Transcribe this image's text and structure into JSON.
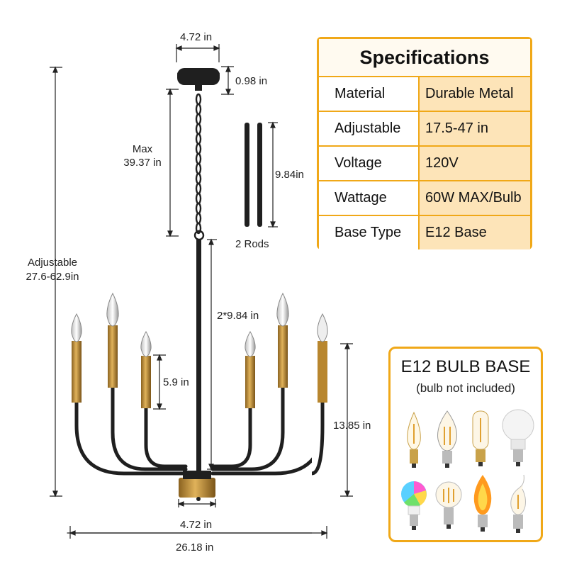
{
  "dimensions": {
    "canopy_width": "4.72 in",
    "canopy_height": "0.98 in",
    "max_chain_line1": "Max",
    "max_chain_line2": "39.37 in",
    "rod_length": "9.84in",
    "rods_label": "2 Rods",
    "adjustable_line1": "Adjustable",
    "adjustable_line2": "27.6-62.9in",
    "rod_total": "2*9.84 in",
    "candle_height": "5.9 in",
    "body_height": "13.85 in",
    "base_width": "4.72 in",
    "overall_width": "26.18 in"
  },
  "specifications": {
    "title": "Specifications",
    "rows": [
      {
        "label": "Material",
        "value": "Durable Metal"
      },
      {
        "label": "Adjustable",
        "value": "17.5-47 in"
      },
      {
        "label": "Voltage",
        "value": "120V"
      },
      {
        "label": "Wattage",
        "value": "60W MAX/Bulb"
      },
      {
        "label": "Base Type",
        "value": "E12 Base"
      }
    ]
  },
  "bulb_base": {
    "title": "E12 BULB BASE",
    "subtitle": "(bulb not included)",
    "bulbs": [
      "candle-filament-bulb",
      "torpedo-filament-bulb",
      "tubular-filament-bulb",
      "globe-led-bulb",
      "rgb-color-bulb",
      "globe-filament-bulb",
      "flame-effect-bulb",
      "bent-tip-filament-bulb"
    ]
  },
  "colors": {
    "accent": "#f0a818",
    "spec_value_bg": "#fde4b8",
    "fixture_black": "#1f1f1f",
    "fixture_brass": "#b8862e"
  }
}
